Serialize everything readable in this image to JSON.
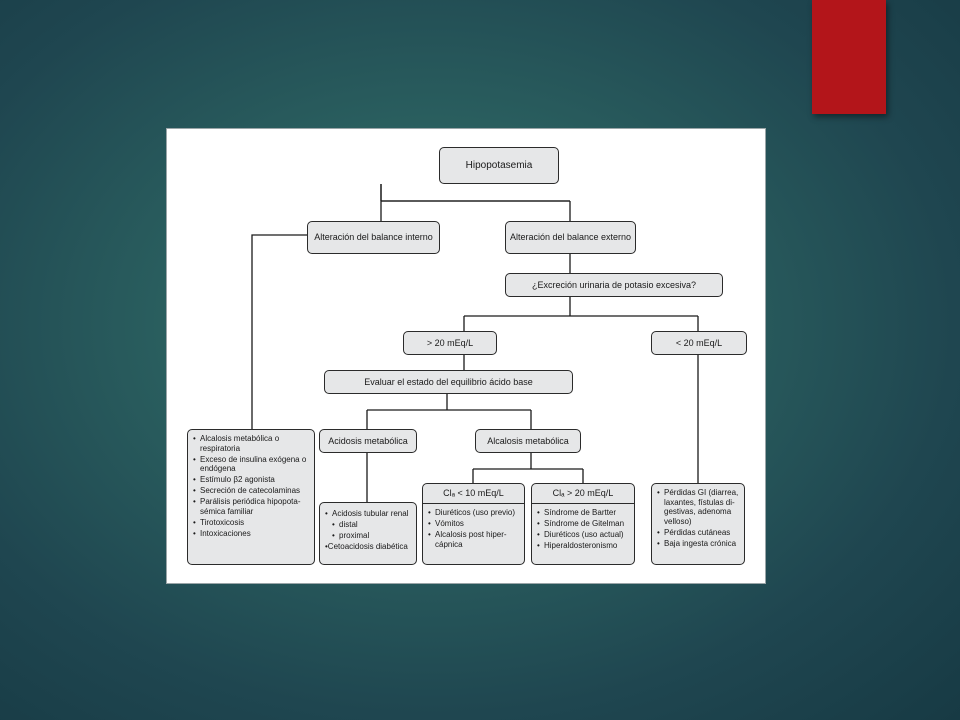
{
  "slide": {
    "accent_color": "#b3151a"
  },
  "diagram": {
    "root": "Hipopotasemia",
    "internal": "Alteración del balance interno",
    "external": "Alteración del balance externo",
    "question": "¿Excreción urinaria de potasio excesiva?",
    "gt20": "> 20 mEq/L",
    "lt20": "< 20 mEq/L",
    "evaluate": "Evaluar el estado del equilibrio ácido base",
    "acidosis": "Acidosis metabólica",
    "alkalosis": "Alcalosis metabólica",
    "cl_low": {
      "label": "Clₐ < 10 mEq/L"
    },
    "cl_high": {
      "label": "Clₐ > 20 mEq/L"
    },
    "internal_causes": [
      "Alcalosis metabólica o respiratoria",
      "Exceso de insulina exógena o endógena",
      "Estímulo β2 agonista",
      "Secreción de catecolaminas",
      "Parálisis periódica hipopota-sémica familiar",
      "Tirotoxicosis",
      "Intoxicaciones"
    ],
    "acidosis_causes": {
      "item1": "Acidosis tubular renal",
      "sub1": "distal",
      "sub2": "proximal",
      "item2": "•Cetoacidosis diabética"
    },
    "cl_low_causes": [
      "Diuréticos (uso previo)",
      "Vómitos",
      "Alcalosis post hiper-cápnica"
    ],
    "cl_high_causes": [
      "Síndrome de Bartter",
      "Síndrome de Gitelman",
      "Diuréticos (uso actual)",
      "Hiperaldosteronismo"
    ],
    "extrarenal_causes": [
      "Pérdidas GI (diarrea, laxantes, fístulas di-gestivas, adenoma velloso)",
      "Pérdidas cutáneas",
      "Baja ingesta crónica"
    ]
  }
}
